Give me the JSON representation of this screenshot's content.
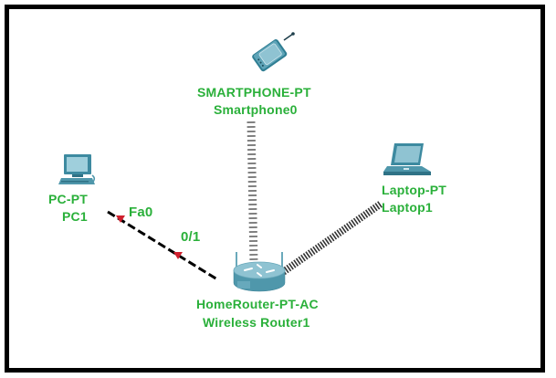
{
  "colors": {
    "label": "#2ab03a",
    "device_teal": "#4f97ab",
    "port_marker": "#d0202e",
    "wired_link": "#000000",
    "wireless_link": "#555555",
    "frame": "#000000"
  },
  "devices": [
    {
      "id": "smartphone0",
      "icon": "smartphone-icon",
      "model": "SMARTPHONE-PT",
      "name": "Smartphone0"
    },
    {
      "id": "pc1",
      "icon": "desktop-pc-icon",
      "model": "PC-PT",
      "name": "PC1"
    },
    {
      "id": "laptop1",
      "icon": "laptop-icon",
      "model": "Laptop-PT",
      "name": "Laptop1"
    },
    {
      "id": "router1",
      "icon": "wireless-router-icon",
      "model": "HomeRouter-PT-AC",
      "name": "Wireless Router1"
    }
  ],
  "links": [
    {
      "type": "wired-copper",
      "from": "PC1",
      "to": "Wireless Router1",
      "from_port": "Fa0",
      "to_port": "0/1"
    },
    {
      "type": "wireless",
      "from": "Smartphone0",
      "to": "Wireless Router1"
    },
    {
      "type": "wireless",
      "from": "Laptop1",
      "to": "Wireless Router1"
    }
  ]
}
